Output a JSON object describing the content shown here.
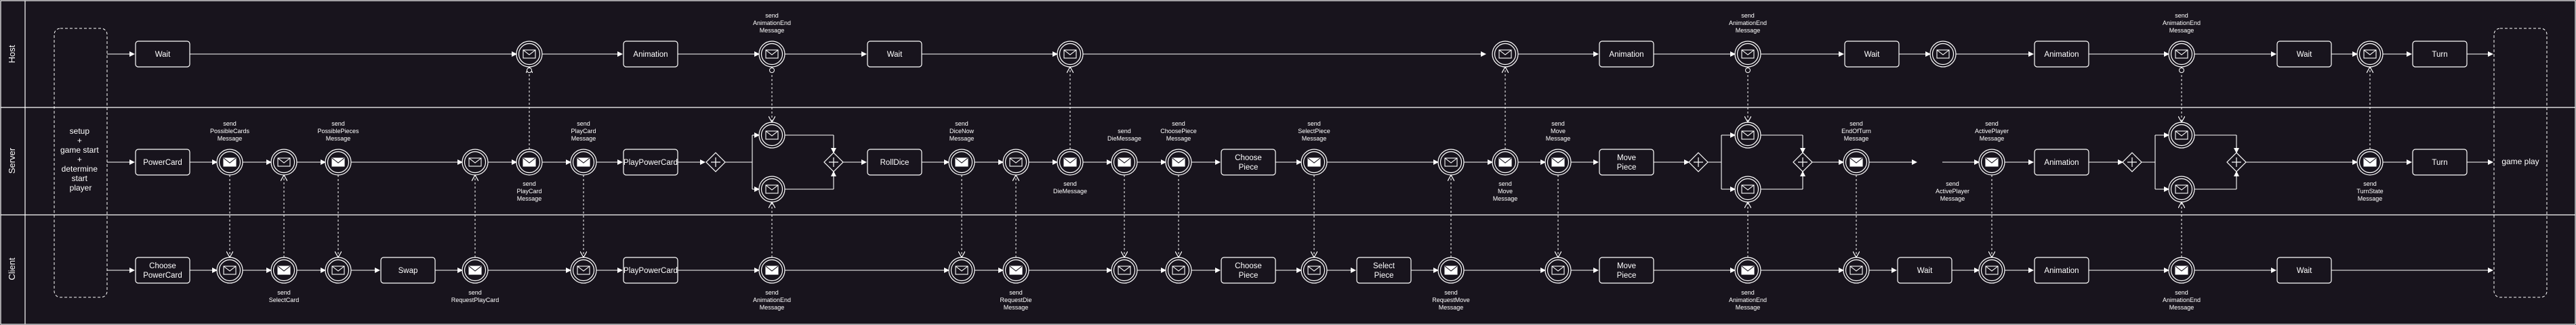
{
  "lanes": [
    "Host",
    "Server",
    "Client"
  ],
  "start_block": [
    "setup",
    "+",
    "game start",
    "+",
    "determine",
    "start",
    "player"
  ],
  "end_block": "game play",
  "host": {
    "tasks": [
      "Wait",
      "Animation",
      "Wait",
      "Animation",
      "Wait",
      "Animation",
      "Wait",
      "Turn"
    ],
    "annotations": [
      [
        "send",
        "AnimationEnd",
        "Message"
      ],
      [
        "send",
        "AnimationEnd",
        "Message"
      ],
      [
        "send",
        "AnimationEnd",
        "Message"
      ]
    ]
  },
  "server": {
    "tasks": [
      "PowerCard",
      "PlayPowerCard",
      "RollDice",
      "Choose",
      "Piece",
      "Move",
      "Piece",
      "Animation",
      "Turn"
    ],
    "annotations_above": [
      [
        "send",
        "PossibleCards",
        "Message"
      ],
      [
        "send",
        "PossiblePieces",
        "Message"
      ],
      [
        "send",
        "PlayCard",
        "Message"
      ],
      [
        "send",
        "DiceNow",
        "Message"
      ],
      [
        "send",
        "DieMessage"
      ],
      [
        "send",
        "ChoosePiece",
        "Message"
      ],
      [
        "send",
        "SelectPiece",
        "Message"
      ],
      [
        "send",
        "Move",
        "Message"
      ],
      [
        "send",
        "EndOfTurn",
        "Message"
      ],
      [
        "send",
        "ActivePlayer",
        "Message"
      ]
    ],
    "annotations_below": [
      [
        "send",
        "PlayCard",
        "Message"
      ],
      [
        "send",
        "DieMessage"
      ],
      [
        "send",
        "Move",
        "Message"
      ],
      [
        "send",
        "ActivePlayer",
        "Message"
      ],
      [
        "send",
        "TurnState",
        "Message"
      ]
    ]
  },
  "client": {
    "tasks": [
      "Choose",
      "PowerCard",
      "Swap",
      "PlayPowerCard",
      "Choose",
      "Piece",
      "Select",
      "Piece",
      "Move",
      "Piece",
      "Wait",
      "Animation",
      "Wait"
    ],
    "annotations": [
      [
        "send",
        "SelectCard"
      ],
      [
        "send",
        "RequestPlayCard"
      ],
      [
        "send",
        "AnimationEnd",
        "Message"
      ],
      [
        "send",
        "RequestDie",
        "Message"
      ],
      [
        "send",
        "RequestMove",
        "Message"
      ],
      [
        "send",
        "AnimationEnd",
        "Message"
      ],
      [
        "send",
        "AnimationEnd",
        "Message"
      ]
    ]
  },
  "colors": {
    "background": "#18141d",
    "stroke": "#ffffff"
  }
}
